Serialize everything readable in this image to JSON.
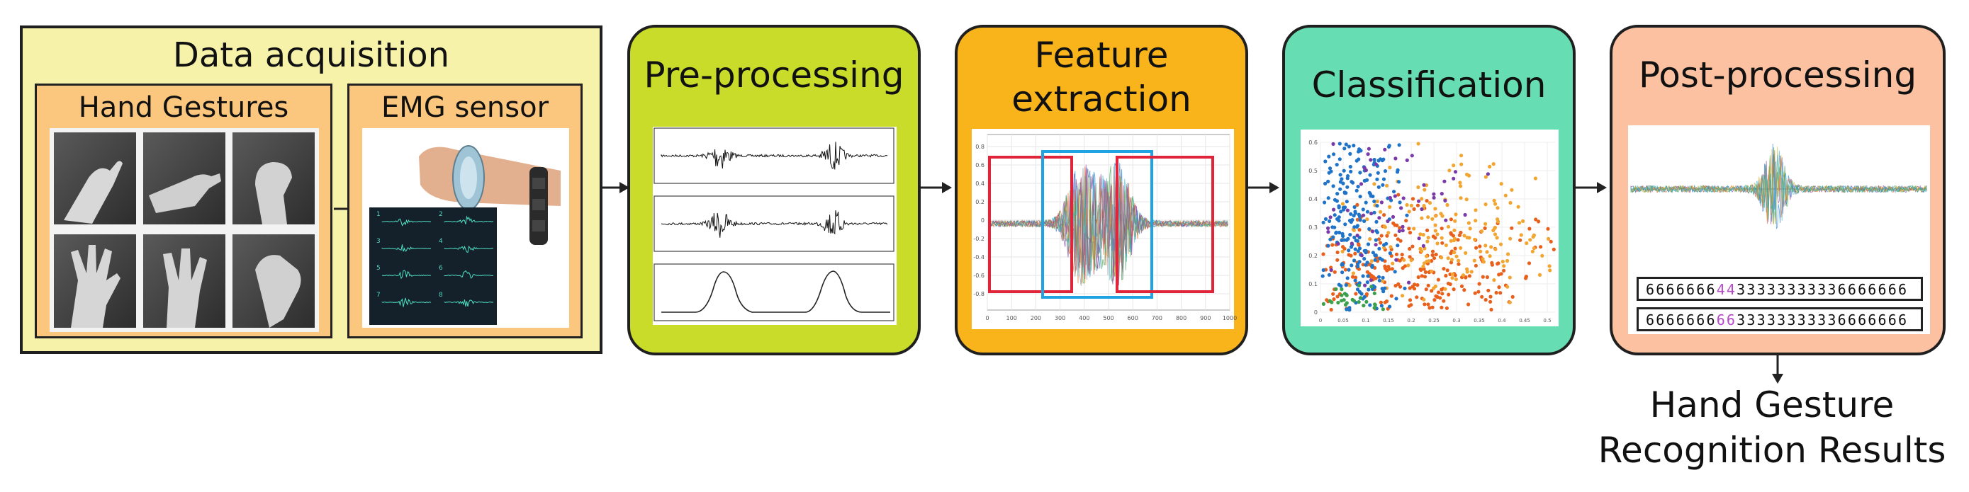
{
  "acquisition": {
    "title": "Data acquisition",
    "hand_gestures_label": "Hand Gestures",
    "emg_sensor_label": "EMG sensor",
    "gesture_count": 6,
    "emg_channels": [
      "1",
      "2",
      "3",
      "4",
      "5",
      "6",
      "7",
      "8"
    ]
  },
  "preprocessing": {
    "title": "Pre-processing"
  },
  "feature": {
    "title_line1": "Feature",
    "title_line2": "extraction",
    "y_ticks": [
      "0.8",
      "0.6",
      "0.4",
      "0.2",
      "0",
      "-0.2",
      "-0.4",
      "-0.6",
      "-0.8"
    ],
    "x_ticks": [
      "0",
      "100",
      "200",
      "300",
      "400",
      "500",
      "600",
      "700",
      "800",
      "900",
      "1000"
    ]
  },
  "classification": {
    "title": "Classification",
    "y_ticks": [
      "0.6",
      "0.5",
      "0.4",
      "0.3",
      "0.2",
      "0.1",
      "0"
    ],
    "x_ticks": [
      "0",
      "0.05",
      "0.1",
      "0.15",
      "0.2",
      "0.25",
      "0.3",
      "0.35",
      "0.4",
      "0.45",
      "0.5"
    ]
  },
  "postprocessing": {
    "title": "Post-processing",
    "sequences": [
      {
        "before": "6666666",
        "highlight": "44",
        "after": "33333333336666666"
      },
      {
        "before": "6666666",
        "highlight": "66",
        "after": "33333333336666666"
      }
    ]
  },
  "result": {
    "line1": "Hand Gesture",
    "line2": "Recognition Results"
  },
  "colors": {
    "acquisition_bg": "#f6f2aa",
    "inner_orange": "#fbc77e",
    "preprocessing_bg": "#c9dc2a",
    "feature_bg": "#f8b41a",
    "classification_bg": "#67ddb4",
    "postprocessing_bg": "#fbc1a0",
    "highlight_digit": "#b54ac8"
  }
}
